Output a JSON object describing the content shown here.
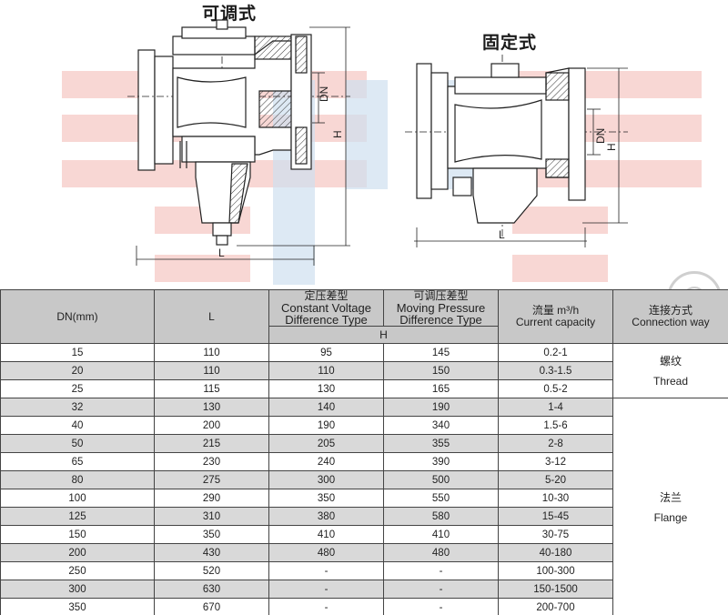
{
  "drawings": {
    "adjustable_caption": "可调式",
    "fixed_caption": "固定式",
    "dim_dn": "DN",
    "dim_h": "H",
    "dim_l": "L"
  },
  "watermark": "®",
  "table": {
    "headers": {
      "dn": "DN(mm)",
      "l": "L",
      "constant_cn": "定压差型",
      "constant_en1": "Constant Voltage",
      "constant_en2": "Difference Type",
      "moving_cn": "可调压差型",
      "moving_en1": "Moving Pressure",
      "moving_en2": "Difference Type",
      "flow_cn": "流量 m³/h",
      "flow_en": "Current capacity",
      "conn_cn": "连接方式",
      "conn_en": "Connection way",
      "h": "H"
    },
    "connection": {
      "thread_cn": "螺纹",
      "thread_en": "Thread",
      "flange_cn": "法兰",
      "flange_en": "Flange"
    },
    "rows": [
      {
        "dn": "15",
        "l": "110",
        "h_const": "95",
        "h_move": "145",
        "flow": "0.2-1"
      },
      {
        "dn": "20",
        "l": "110",
        "h_const": "110",
        "h_move": "150",
        "flow": "0.3-1.5"
      },
      {
        "dn": "25",
        "l": "115",
        "h_const": "130",
        "h_move": "165",
        "flow": "0.5-2"
      },
      {
        "dn": "32",
        "l": "130",
        "h_const": "140",
        "h_move": "190",
        "flow": "1-4"
      },
      {
        "dn": "40",
        "l": "200",
        "h_const": "190",
        "h_move": "340",
        "flow": "1.5-6"
      },
      {
        "dn": "50",
        "l": "215",
        "h_const": "205",
        "h_move": "355",
        "flow": "2-8"
      },
      {
        "dn": "65",
        "l": "230",
        "h_const": "240",
        "h_move": "390",
        "flow": "3-12"
      },
      {
        "dn": "80",
        "l": "275",
        "h_const": "300",
        "h_move": "500",
        "flow": "5-20"
      },
      {
        "dn": "100",
        "l": "290",
        "h_const": "350",
        "h_move": "550",
        "flow": "10-30"
      },
      {
        "dn": "125",
        "l": "310",
        "h_const": "380",
        "h_move": "580",
        "flow": "15-45"
      },
      {
        "dn": "150",
        "l": "350",
        "h_const": "410",
        "h_move": "410",
        "flow": "30-75"
      },
      {
        "dn": "200",
        "l": "430",
        "h_const": "480",
        "h_move": "480",
        "flow": "40-180"
      },
      {
        "dn": "250",
        "l": "520",
        "h_const": "-",
        "h_move": "-",
        "flow": "100-300"
      },
      {
        "dn": "300",
        "l": "630",
        "h_const": "-",
        "h_move": "-",
        "flow": "150-1500"
      },
      {
        "dn": "350",
        "l": "670",
        "h_const": "-",
        "h_move": "-",
        "flow": "200-700"
      }
    ]
  }
}
